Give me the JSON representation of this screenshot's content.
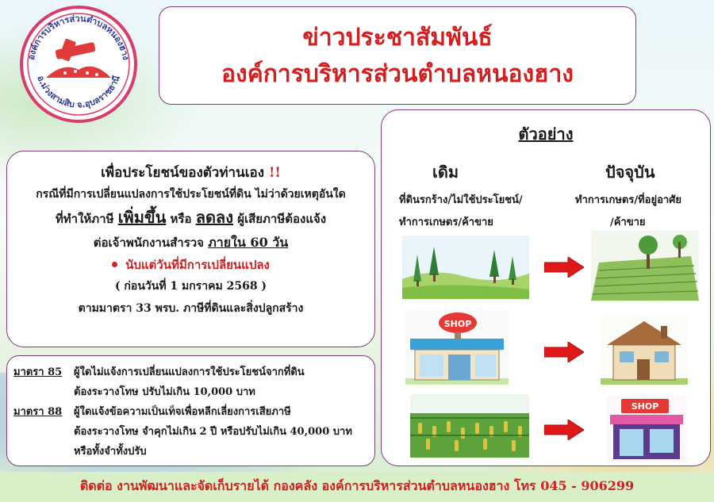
{
  "seal": {
    "text_top": "องค์การบริหารส่วนตำบลหนองฮาง",
    "text_bottom": "อ.ม่วงสามสิบ จ.อุบลราชธานี"
  },
  "header": {
    "title_line1": "ข่าวประชาสัมพันธ์",
    "title_line2": "องค์การบริหารส่วนตำบลหนองฮาง"
  },
  "notice": {
    "heading": "เพื่อประโยชน์ของตัวท่านเอง",
    "heading_mark": "!!",
    "line1": "กรณีที่มีการเปลี่ยนแปลงการใช้ประโยชน์ที่ดิน ไม่ว่าด้วยเหตุอันใด",
    "line2_a": "ที่ทำให้ภาษี",
    "line2_increase": "เพิ่มขึ้น",
    "line2_b": "หรือ",
    "line2_decrease": "ลดลง",
    "line2_c": "ผู้เสียภาษีต้องแจ้ง",
    "line3_a": "ต่อเจ้าพนักงานสำรวจ",
    "line3_deadline": "ภายใน 60 วัน",
    "bullet": "นับแต่วันที่มีการเปลี่ยนแปลง",
    "date_note": "( ก่อนวันที่ 1 มกราคม 2568 )",
    "law_ref": "ตามมาตรา 33 พรบ. ภาษีที่ดินและสิ่งปลูกสร้าง"
  },
  "laws": [
    {
      "code": "มาตรา 85",
      "line1": "ผู้ใดไม่แจ้งการเปลี่ยนแปลงการใช้ประโยชน์จากที่ดิน",
      "line2": "ต้องระวางโทษ ปรับไม่เกิน 10,000 บาท",
      "line3": ""
    },
    {
      "code": "มาตรา 88",
      "line1": "ผู้ใดแจ้งข้อความเป็นเท็จเพื่อหลีกเลี่ยงการเสียภาษี",
      "line2": "ต้องระวางโทษ จำคุกไม่เกิน 2 ปี หรือปรับไม่เกิน 40,000 บาท",
      "line3": "หรือทั้งจำทั้งปรับ"
    }
  ],
  "example": {
    "title": "ตัวอย่าง",
    "before_head": "เดิม",
    "after_head": "ปัจจุบัน",
    "before_desc1": "ที่ดินรกร้าง/ไม่ใช้ประโยชน์/",
    "before_desc2": "ทำการเกษตร/ค้าขาย",
    "after_desc1": "ทำการเกษตร/ที่อยู่อาศัย",
    "after_desc2": "/ค้าขาย",
    "shop_sign": "SHOP",
    "shop_sign_2": "SHOP"
  },
  "footer": {
    "contact": "ติดต่อ งานพัฒนาและจัดเก็บรายได้ กองคลัง องค์การบริหารส่วนตำบลหนองฮาง โทร 045 - 906299"
  },
  "colors": {
    "title_red": "#d21f1f",
    "frame_purple": "#7d3b78",
    "arrow_red": "#e01818",
    "footer_green": "#d9efc8"
  }
}
